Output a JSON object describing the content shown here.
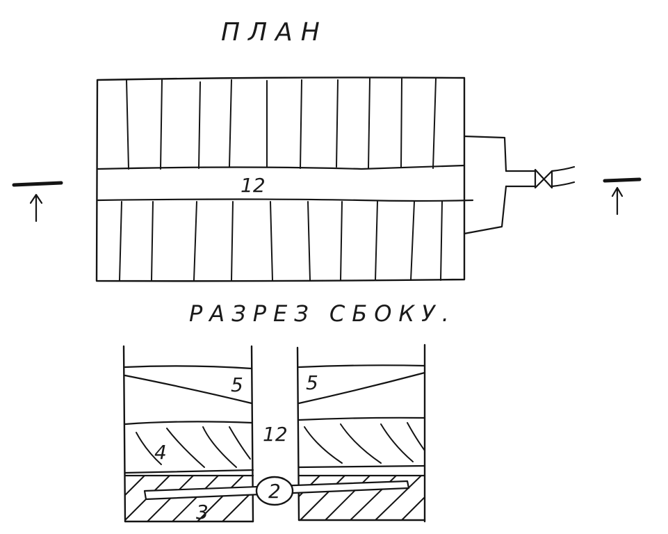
{
  "plan": {
    "title": "ПЛАН",
    "channel_label": "12"
  },
  "section": {
    "title": "РАЗРЕЗ СБОКУ.",
    "labels": {
      "layer_top_left": "5",
      "layer_top_right": "5",
      "channel": "12",
      "layer_middle": "4",
      "pipe": "2",
      "layer_bottom": "3"
    }
  }
}
